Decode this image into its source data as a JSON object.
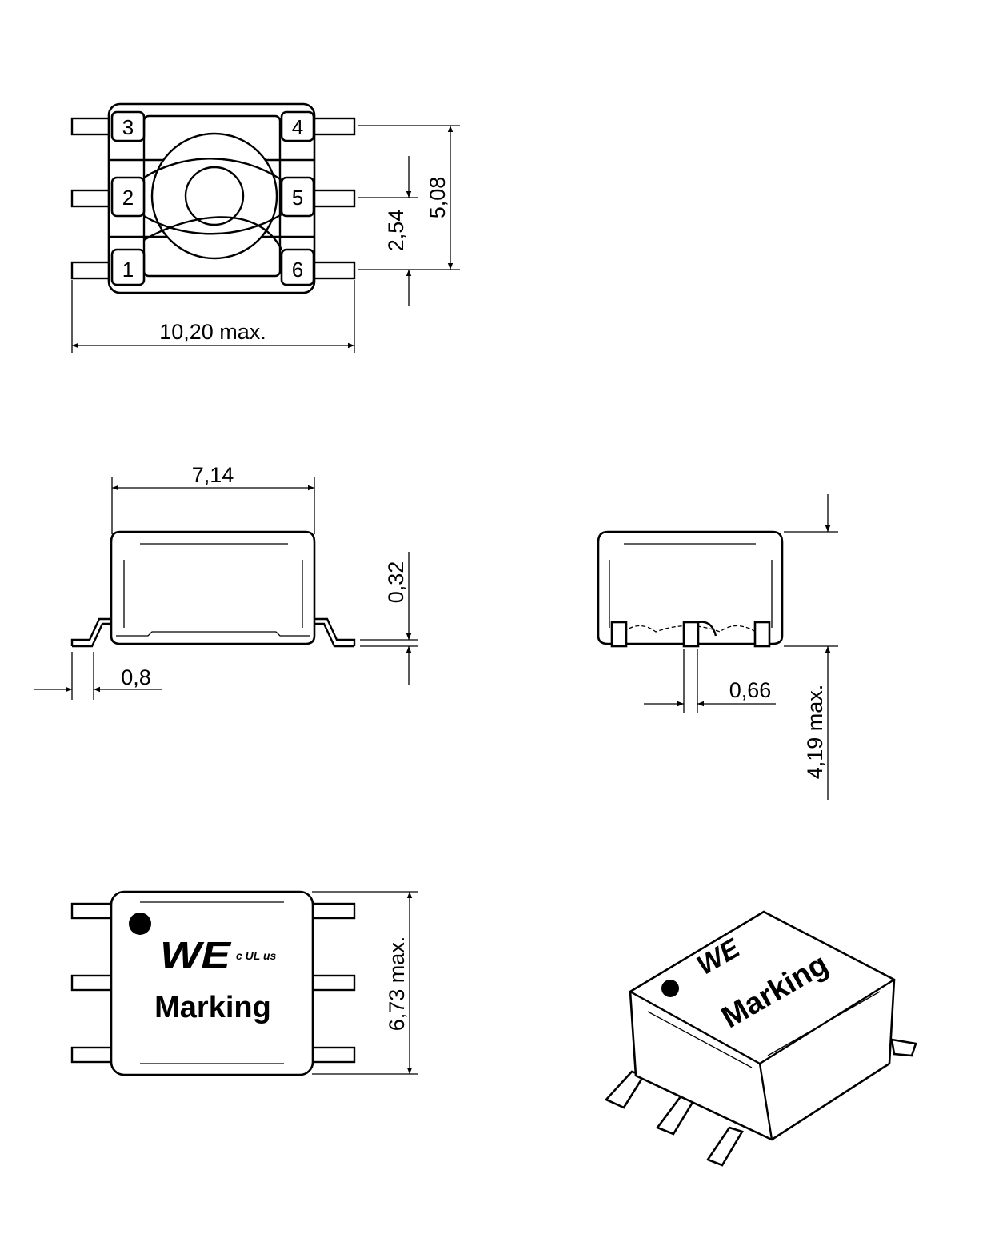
{
  "top_view": {
    "pins": [
      "1",
      "2",
      "3",
      "4",
      "5",
      "6"
    ],
    "dim_width": "10,20  max.",
    "dim_pitch_total": "5,08",
    "dim_pitch": "2,54"
  },
  "side_view_front": {
    "dim_body_length": "7,14",
    "dim_standoff": "0,32",
    "dim_lead_length": "0,8"
  },
  "side_view_end": {
    "dim_lead_width": "0,66",
    "dim_height": "4,19  max."
  },
  "bottom_view": {
    "dim_body_width": "6,73  max.",
    "marking": "Marking",
    "logo_text": "WE",
    "cert_mark": "c UL us"
  },
  "iso_view": {
    "marking": "Marking"
  }
}
